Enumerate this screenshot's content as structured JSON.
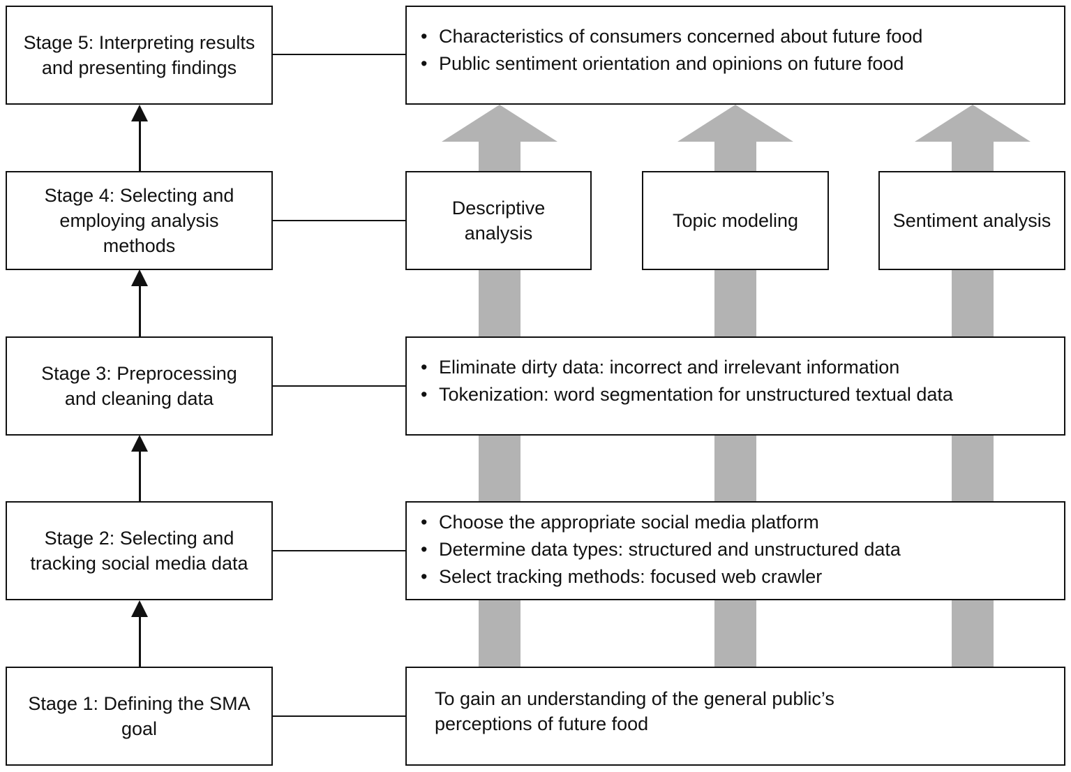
{
  "stages": [
    {
      "lines": [
        "Stage 5: Interpreting results",
        "and presenting findings"
      ]
    },
    {
      "lines": [
        "Stage 4: Selecting and",
        "employing analysis",
        "methods"
      ]
    },
    {
      "lines": [
        "Stage 3: Preprocessing",
        "and cleaning data"
      ]
    },
    {
      "lines": [
        "Stage 2: Selecting and",
        "tracking social media data"
      ]
    },
    {
      "lines": [
        "Stage 1: Defining the SMA",
        "goal"
      ]
    }
  ],
  "findings": {
    "bullet": "•",
    "items": [
      "Characteristics of consumers concerned about future food",
      "Public sentiment orientation and opinions on future food"
    ]
  },
  "methods": [
    {
      "lines": [
        "Descriptive",
        "analysis"
      ]
    },
    {
      "lines": [
        "Topic modeling"
      ]
    },
    {
      "lines": [
        "Sentiment analysis"
      ]
    }
  ],
  "preprocessing": {
    "bullet": "•",
    "items": [
      "Eliminate dirty data: incorrect and irrelevant information",
      "Tokenization: word segmentation for unstructured textual data"
    ]
  },
  "tracking": {
    "bullet": "•",
    "items": [
      "Choose the appropriate social media platform",
      "Determine data types: structured and unstructured data",
      "Select tracking methods: focused web crawler"
    ]
  },
  "goal": {
    "lines": [
      "To gain an understanding of the general public’s",
      "perceptions of future food"
    ]
  },
  "colors": {
    "box_border": "#111111",
    "flow_arrow": "#b3b3b3",
    "stage_arrow": "#111111"
  }
}
